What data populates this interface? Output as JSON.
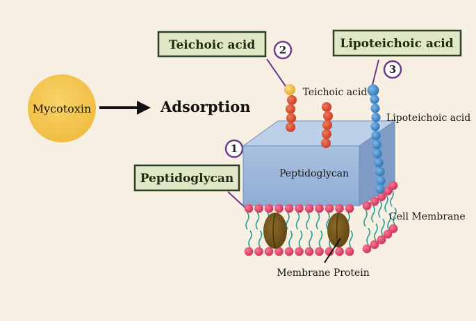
{
  "labels": {
    "mycotoxin": "Mycotoxin",
    "adsorption": "Adsorption",
    "peptidoglycan_box": "Peptidoglycan",
    "teichoic_box": "Teichoic acid",
    "lipoteichoic_box": "Lipoteichoic acid",
    "peptidoglycan_layer": "Peptidoglycan",
    "teichoic_small": "Teichoic acid",
    "lipoteichoic_small": "Lipoteichoic acid",
    "cell_membrane": "Cell Membrane",
    "membrane_protein": "Membrane Protein"
  },
  "markers": [
    "1",
    "2",
    "3"
  ],
  "colors": {
    "background": "#f7f0e2",
    "mycotoxin_circle": "#f4c64e",
    "label_box": "#dfe7c6",
    "label_box_border": "#2f3d22",
    "peptidoglycan_front": "#9ab5d8",
    "peptidoglycan_top": "#bcd0ea",
    "peptidoglycan_side": "#7f9cc6",
    "membrane_head": "#e13c63",
    "membrane_tail": "#2a9c93",
    "teichoic_bead": "#d94b31",
    "teichoic_tip": "#f1b93c",
    "lipoteichoic_bead": "#3a86c8",
    "protein": "#6e5318",
    "marker_ring": "#6b3a8c",
    "leader_line": "#6b3a8c"
  }
}
